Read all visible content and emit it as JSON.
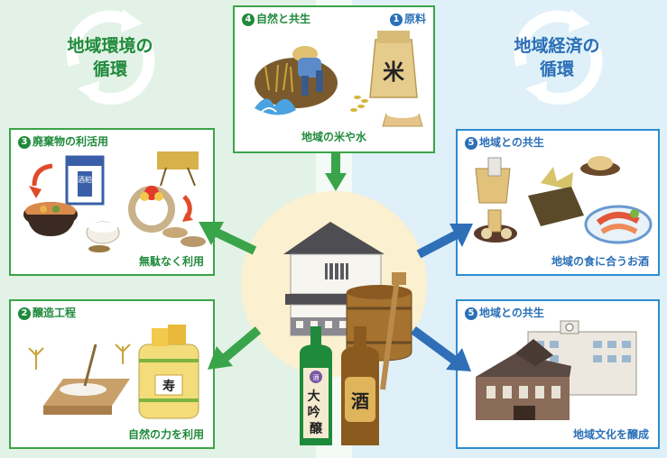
{
  "left_cycle": {
    "title_line1": "地域環境の",
    "title_line2": "循環"
  },
  "right_cycle": {
    "title_line1": "地域経済の",
    "title_line2": "循環"
  },
  "top_box": {
    "label_left_num": "4",
    "label_left": "自然と共生",
    "label_right_num": "1",
    "label_right": "原料",
    "rice_bag_text": "米",
    "caption": "地域の米や水"
  },
  "waste_box": {
    "num": "3",
    "label": "廃棄物の利活用",
    "sake_kasu_text": "酒粕",
    "caption": "無駄なく利用"
  },
  "brew_box": {
    "num": "2",
    "label": "醸造工程",
    "barrel_text": "寿",
    "caption": "自然の力を利用"
  },
  "food_box": {
    "num": "5",
    "label": "地域との共生",
    "caption": "地域の食に合うお酒"
  },
  "culture_box": {
    "num": "5",
    "label": "地域との共生",
    "caption": "地域文化を醸成"
  },
  "bottles": {
    "green_label": "大吟醸",
    "green_seal": "酒",
    "brown_label": "酒"
  },
  "colors": {
    "green": "#3aa44a",
    "blue": "#2e8ccf",
    "green_text": "#1f8a3b",
    "blue_text": "#2a6fb7"
  }
}
